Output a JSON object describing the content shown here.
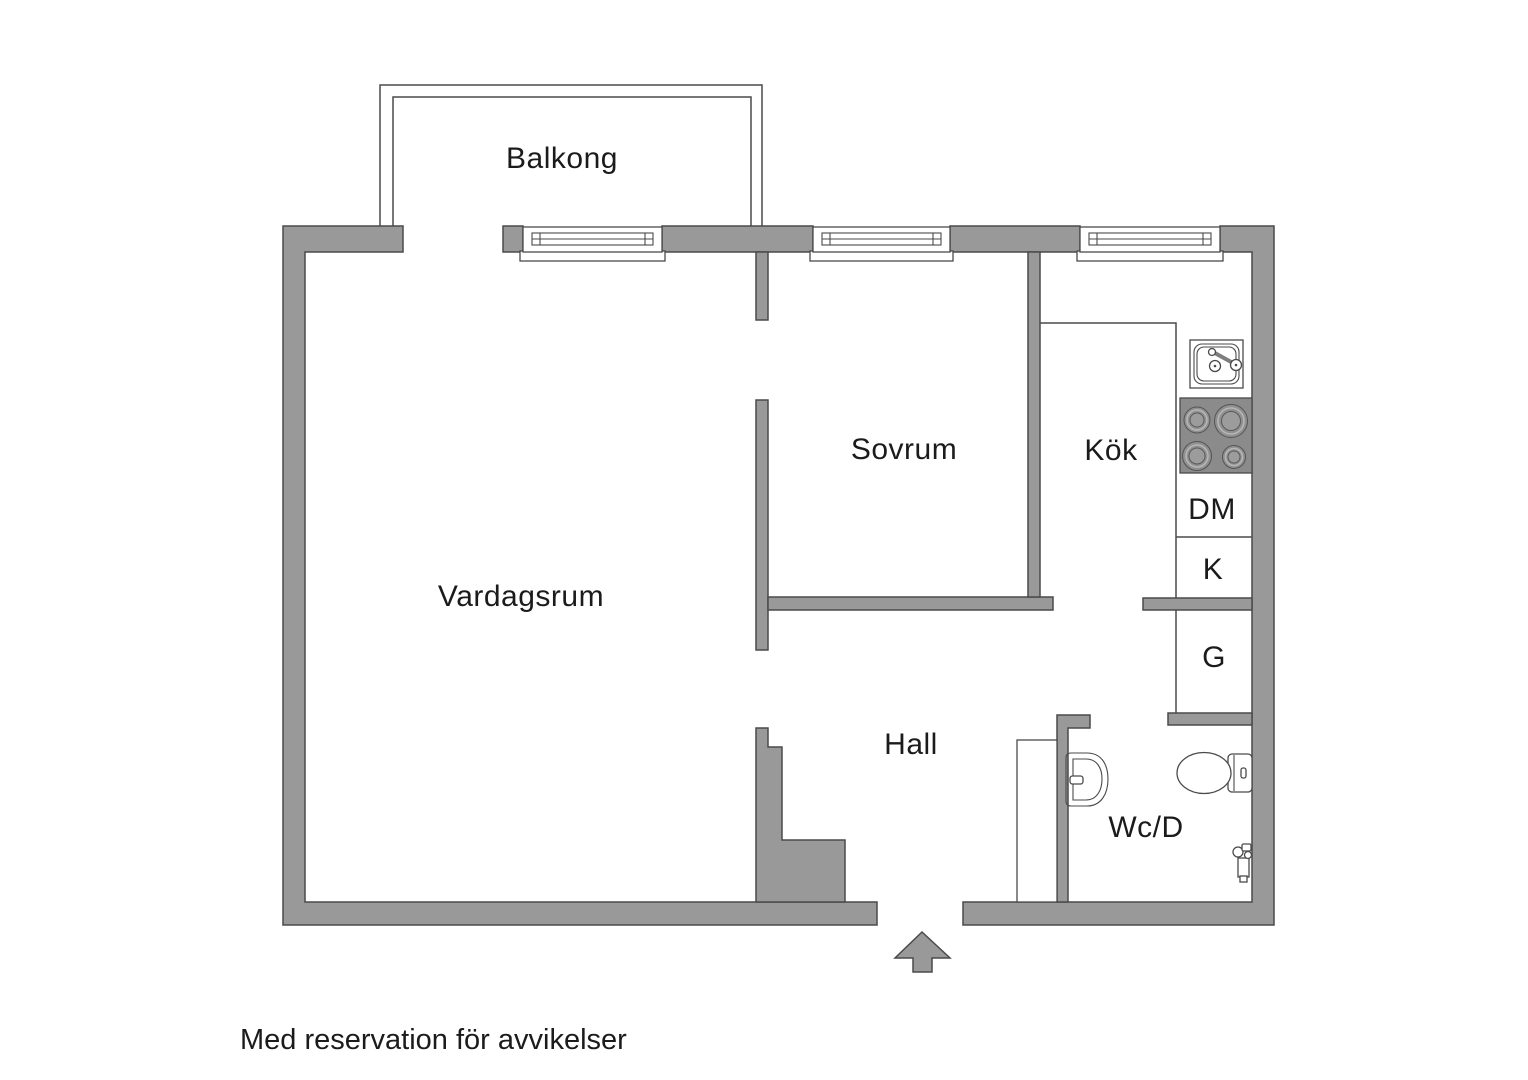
{
  "document": {
    "type": "apartment-floor-plan",
    "footnote": "Med reservation för avvikelser"
  },
  "rooms": {
    "balkong": {
      "label": "Balkong"
    },
    "sovrum": {
      "label": "Sovrum"
    },
    "kok": {
      "label": "Kök"
    },
    "vardagsrum": {
      "label": "Vardagsrum"
    },
    "hall": {
      "label": "Hall"
    },
    "wc": {
      "label": "Wc/D"
    }
  },
  "appliances": {
    "dishwasher": {
      "label": "DM"
    },
    "fridge": {
      "label": "K"
    },
    "wardrobe": {
      "label": "G"
    }
  },
  "colors": {
    "wall": "#989998",
    "wall_border": "#4a4a4a",
    "stove": "#8a8b8a",
    "background": "#ffffff",
    "text": "#1b1b1b"
  }
}
